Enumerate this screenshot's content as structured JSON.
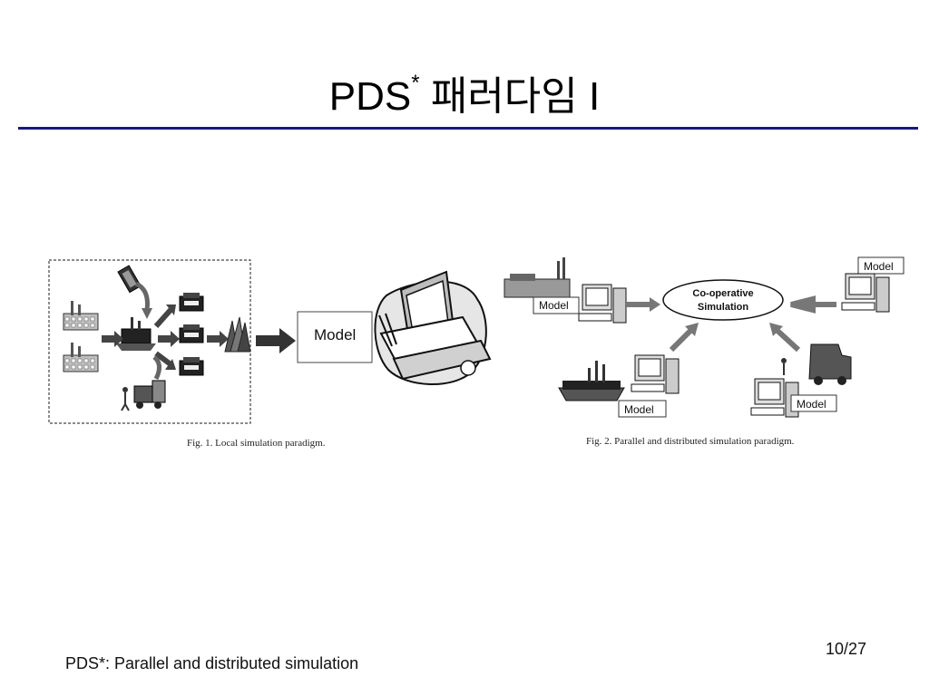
{
  "slide": {
    "title_main": "PDS",
    "title_sup": "*",
    "title_rest": " 패러다임 I",
    "page_number": "10/27",
    "footnote": "PDS*: Parallel and distributed simulation"
  },
  "figure1": {
    "model_label": "Model",
    "caption": "Fig. 1.  Local simulation paradigm."
  },
  "figure2": {
    "center_label_line1": "Co-operative",
    "center_label_line2": "Simulation",
    "model_labels": [
      "Model",
      "Model",
      "Model",
      "Model"
    ],
    "caption": "Fig. 2.  Parallel and distributed simulation paradigm."
  },
  "colors": {
    "rule": "#1a1a7a",
    "arrow": "#7a7a7a"
  }
}
